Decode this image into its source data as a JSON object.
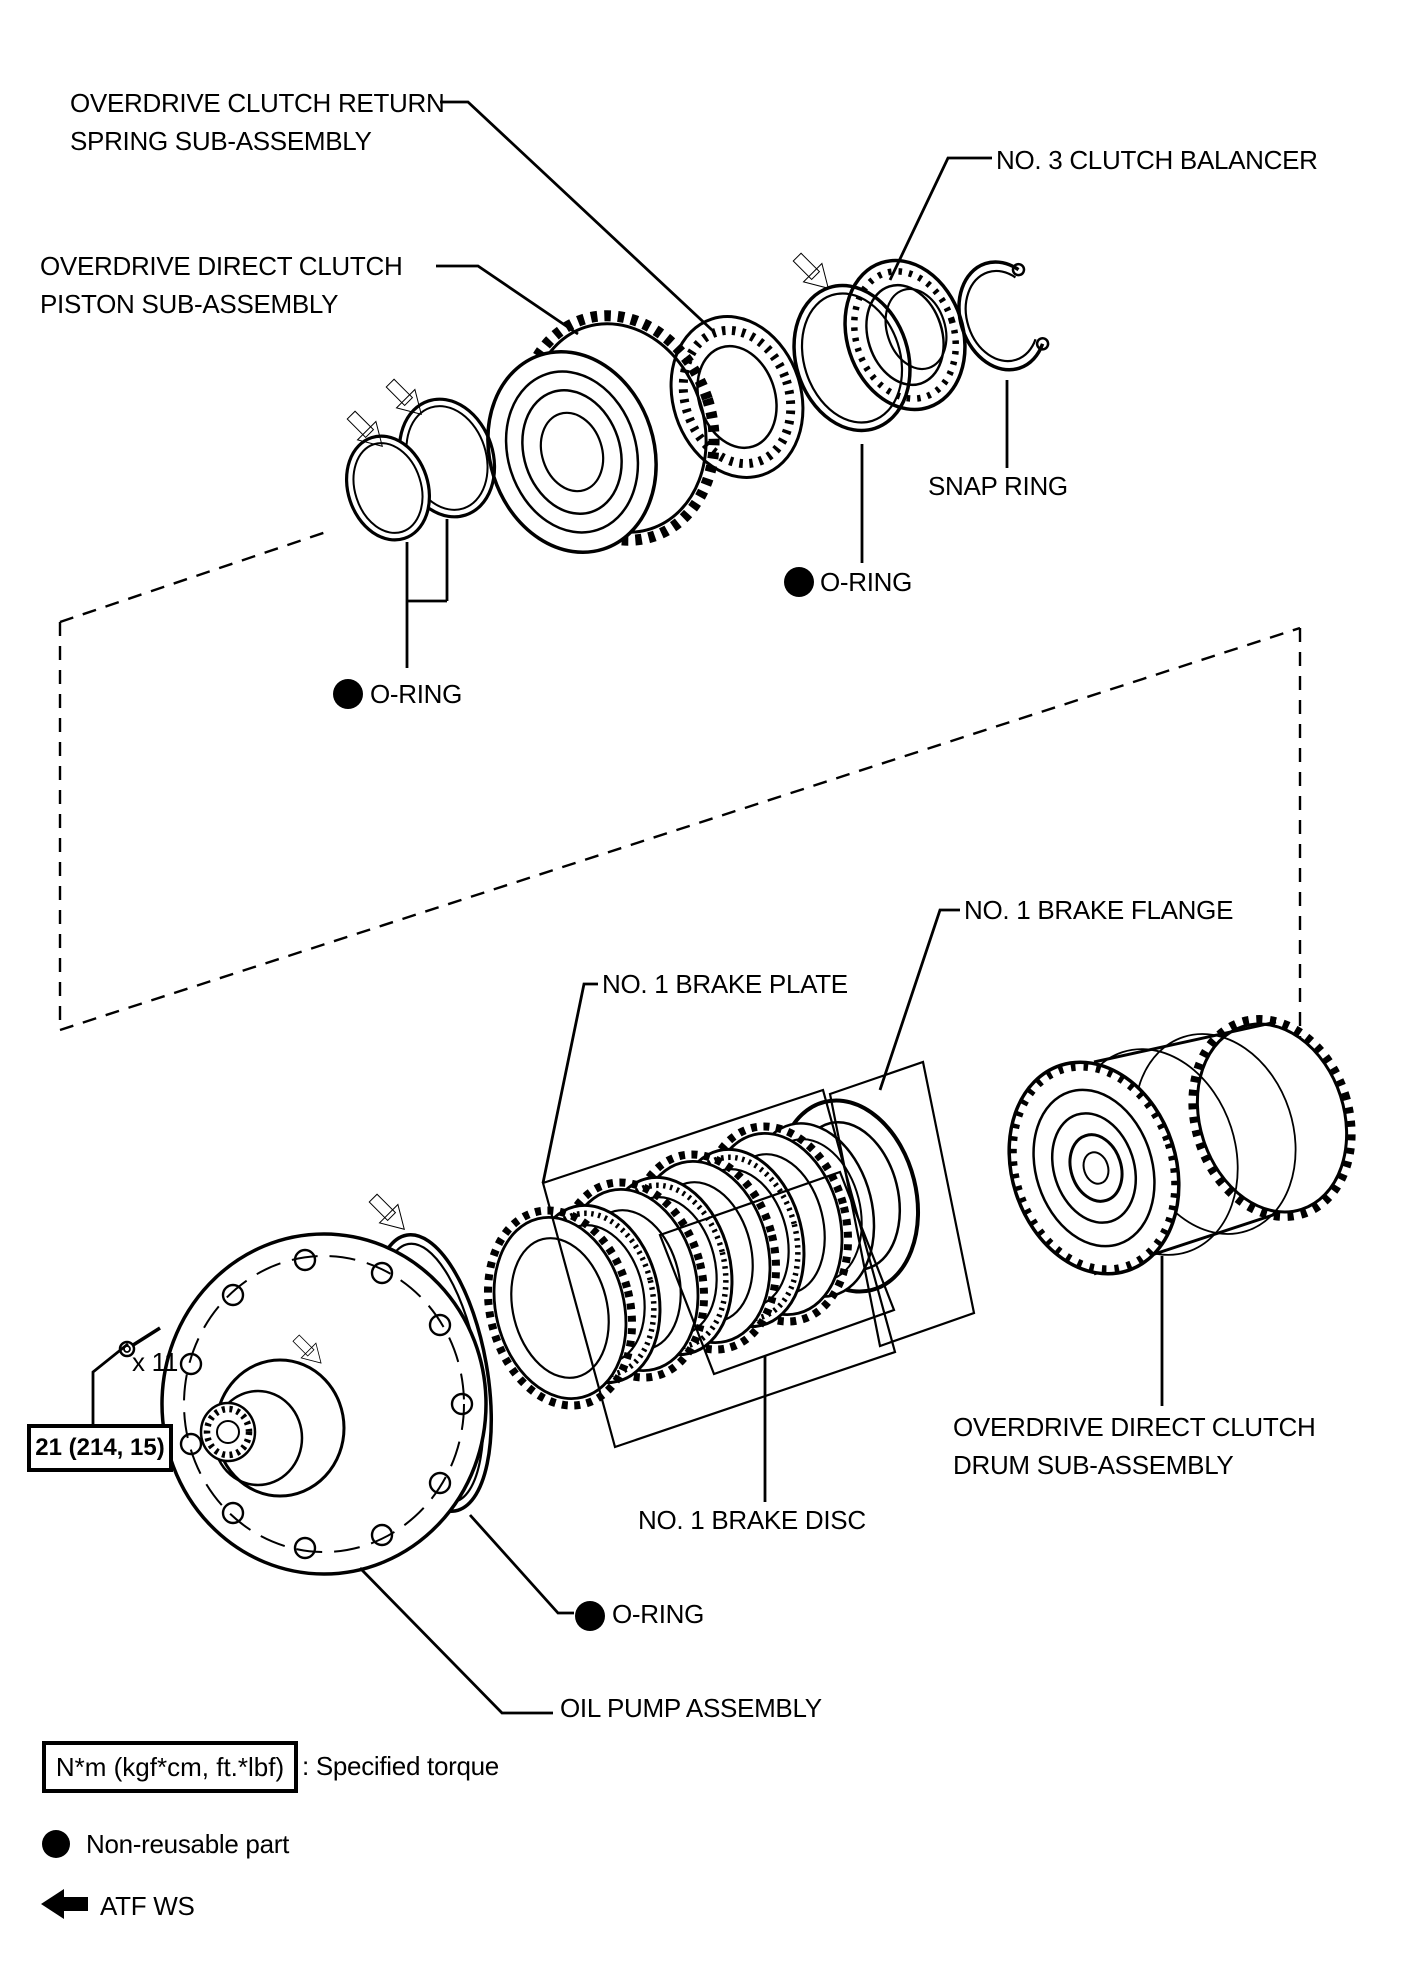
{
  "diagram": {
    "labels": {
      "return_spring_1": "OVERDRIVE CLUTCH RETURN",
      "return_spring_2": "SPRING SUB-ASSEMBLY",
      "piston_1": "OVERDRIVE DIRECT CLUTCH",
      "piston_2": "PISTON SUB-ASSEMBLY",
      "clutch_balancer": "NO. 3 CLUTCH BALANCER",
      "snap_ring": "SNAP RING",
      "o_ring_upper_right": "O-RING",
      "o_ring_upper_left": "O-RING",
      "brake_flange": "NO. 1 BRAKE FLANGE",
      "brake_plate": "NO. 1 BRAKE PLATE",
      "drum_1": "OVERDRIVE DIRECT CLUTCH",
      "drum_2": "DRUM SUB-ASSEMBLY",
      "brake_disc": "NO. 1 BRAKE DISC",
      "o_ring_lower": "O-RING",
      "oil_pump": "OIL PUMP ASSEMBLY",
      "bolt_count": "x 11",
      "torque_value": "21 (214, 15)"
    },
    "legend": {
      "torque_units": "N*m (kgf*cm, ft.*lbf)",
      "torque_meaning": ": Specified torque",
      "non_reusable": "Non-reusable part",
      "atf_type": "ATF WS"
    },
    "colors": {
      "line": "#000000",
      "background": "#ffffff"
    }
  }
}
